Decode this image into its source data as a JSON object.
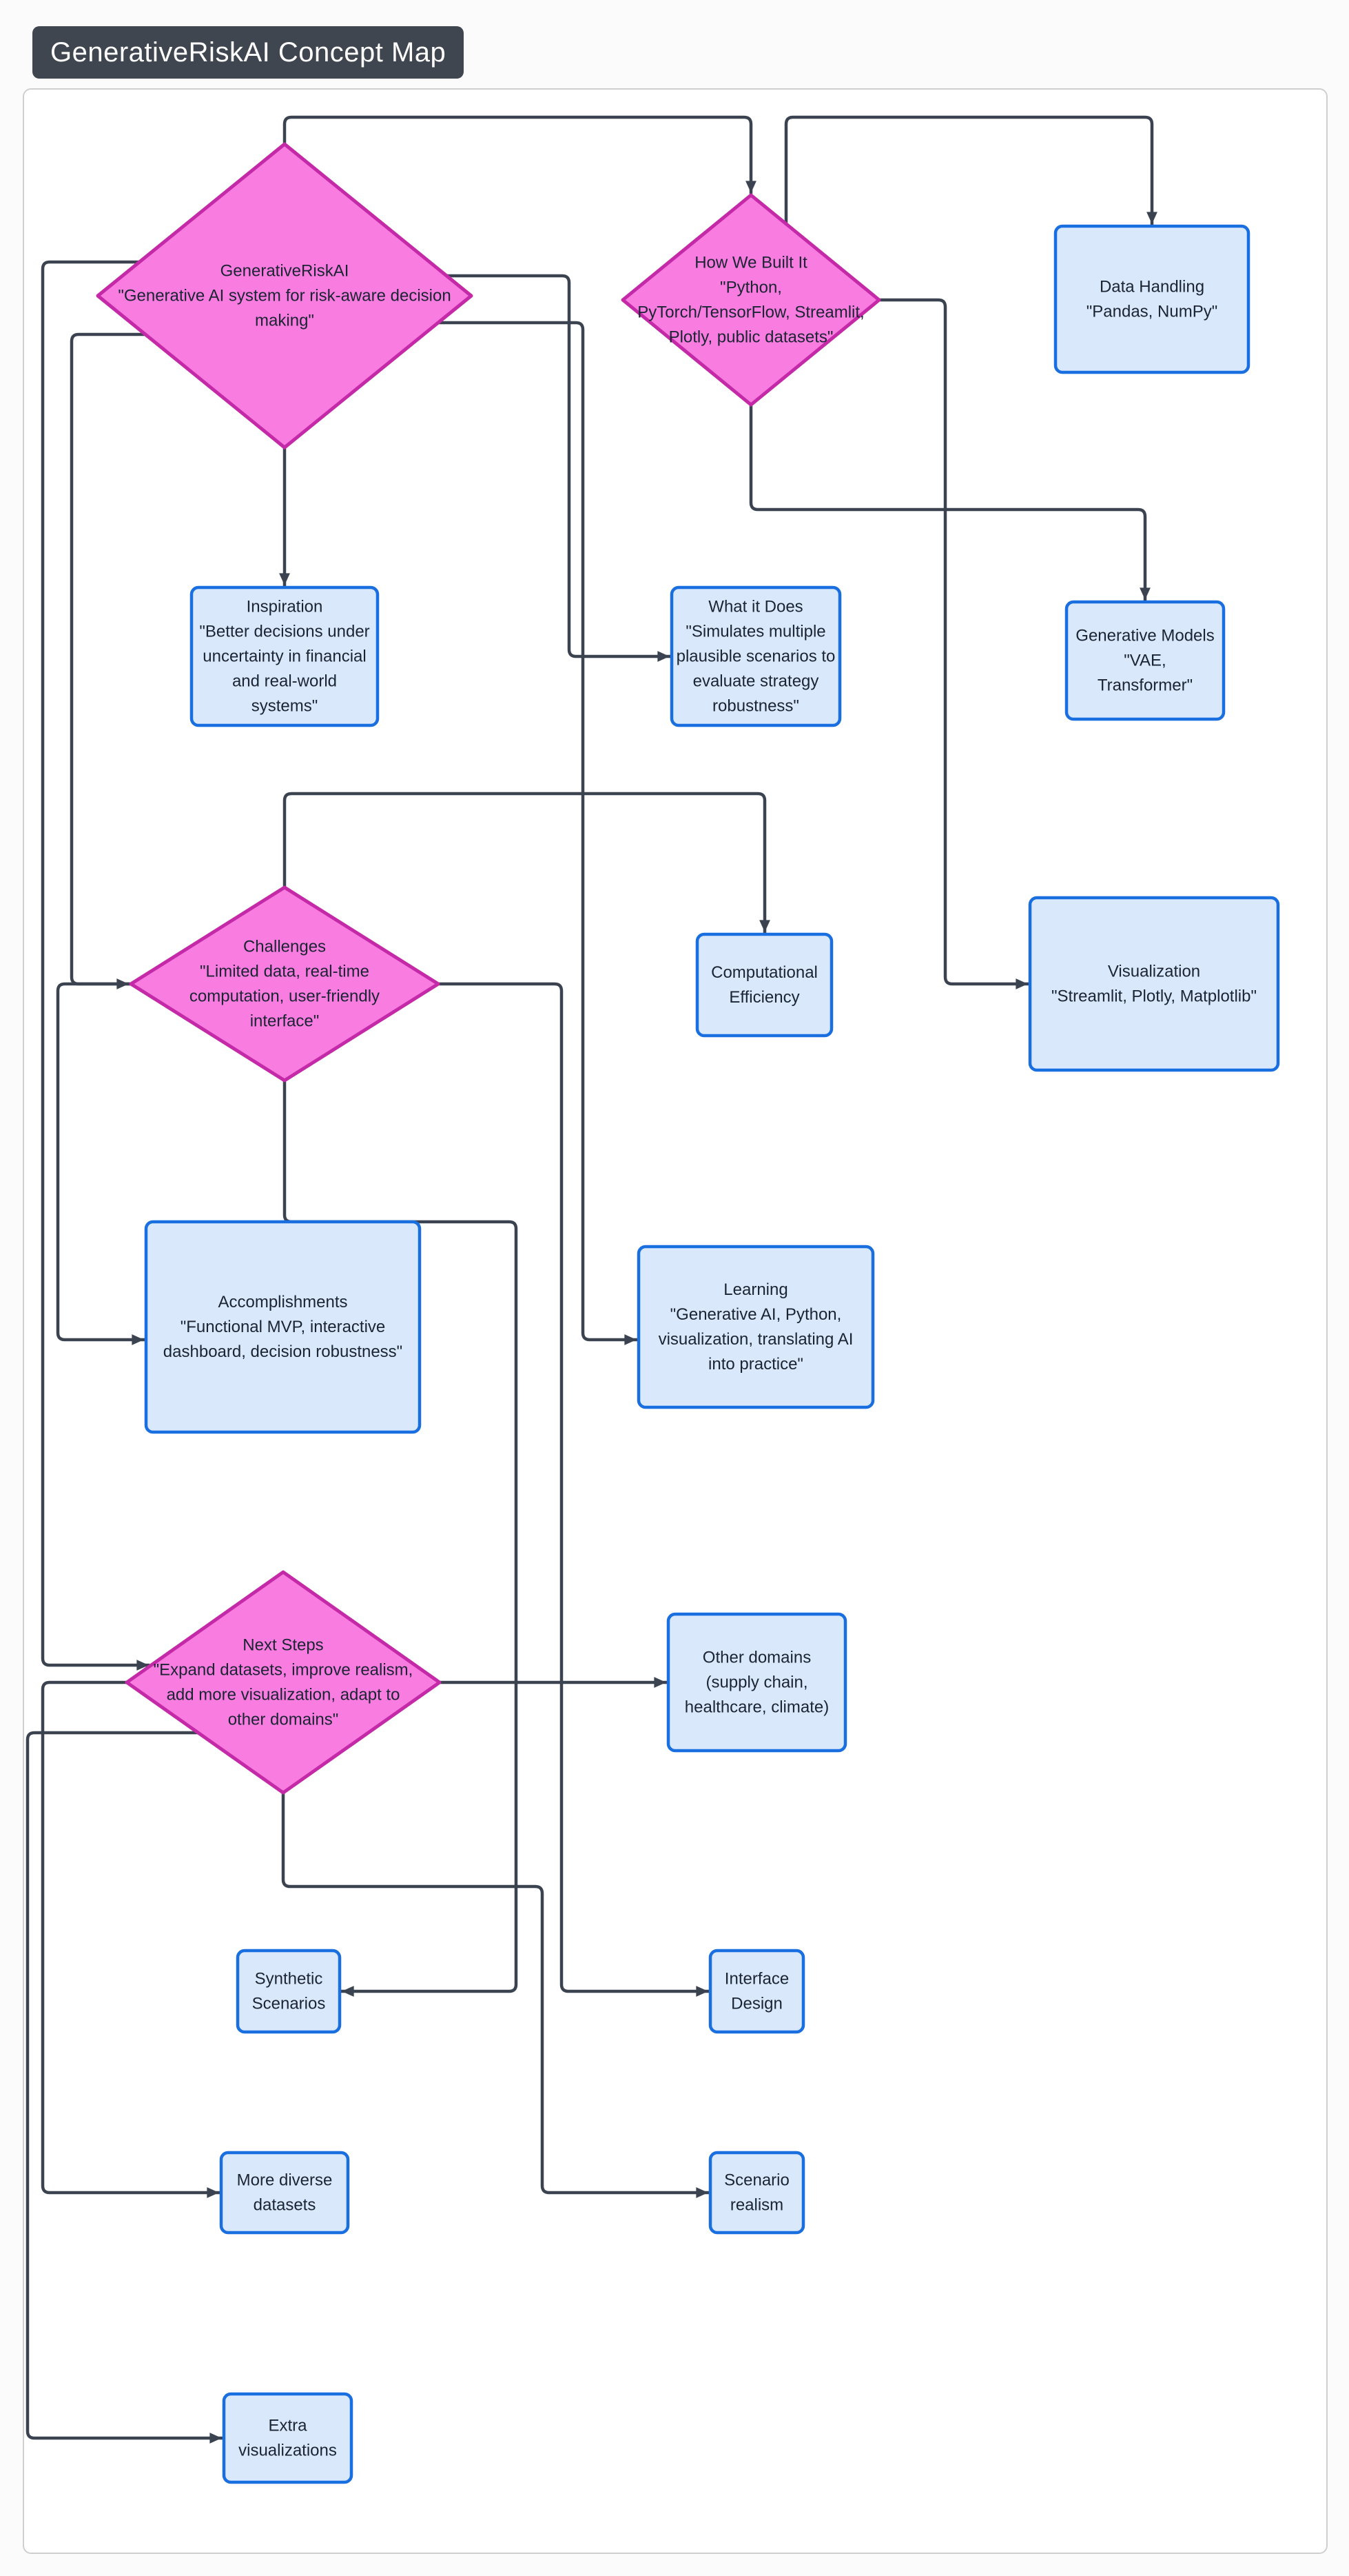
{
  "title": "GenerativeRiskAI Concept Map",
  "colors": {
    "edge": "#3b4351",
    "diamond_fill": "#f97ce0",
    "diamond_border": "#c42aa8",
    "box_fill": "#d9e8fb",
    "box_border": "#1a6fe0",
    "node_text": "#1a2433",
    "title_bg": "#40464f",
    "title_text": "#ffffff"
  },
  "diagram": {
    "nodes": [
      {
        "id": "generative_risk_ai",
        "shape": "diamond",
        "lines": [
          "GenerativeRiskAI",
          "\"Generative AI system for risk-aware decision",
          "making\""
        ]
      },
      {
        "id": "how_we_built_it",
        "shape": "diamond",
        "lines": [
          "How We Built It",
          "\"Python,",
          "PyTorch/TensorFlow, Streamlit,",
          "Plotly, public datasets\""
        ]
      },
      {
        "id": "data_handling",
        "shape": "rect",
        "lines": [
          "Data Handling",
          "\"Pandas, NumPy\""
        ]
      },
      {
        "id": "inspiration",
        "shape": "rect",
        "lines": [
          "Inspiration",
          "\"Better decisions under",
          "uncertainty in financial",
          "and real-world",
          "systems\""
        ]
      },
      {
        "id": "what_it_does",
        "shape": "rect",
        "lines": [
          "What it Does",
          "\"Simulates multiple",
          "plausible scenarios to",
          "evaluate strategy",
          "robustness\""
        ]
      },
      {
        "id": "generative_models",
        "shape": "rect",
        "lines": [
          "Generative Models",
          "\"VAE,",
          "Transformer\""
        ]
      },
      {
        "id": "challenges",
        "shape": "diamond",
        "lines": [
          "Challenges",
          "\"Limited data, real-time",
          "computation, user-friendly",
          "interface\""
        ]
      },
      {
        "id": "computational_efficiency",
        "shape": "rect",
        "lines": [
          "Computational",
          "Efficiency"
        ]
      },
      {
        "id": "visualization",
        "shape": "rect",
        "lines": [
          "Visualization",
          "\"Streamlit, Plotly, Matplotlib\""
        ]
      },
      {
        "id": "accomplishments",
        "shape": "rect",
        "lines": [
          "Accomplishments",
          "\"Functional MVP, interactive",
          "dashboard, decision robustness\""
        ]
      },
      {
        "id": "learning",
        "shape": "rect",
        "lines": [
          "Learning",
          "\"Generative AI, Python,",
          "visualization, translating AI",
          "into practice\""
        ]
      },
      {
        "id": "next_steps",
        "shape": "diamond",
        "lines": [
          "Next Steps",
          "\"Expand datasets, improve realism,",
          "add more visualization, adapt to",
          "other domains\""
        ]
      },
      {
        "id": "other_domains",
        "shape": "rect",
        "lines": [
          "Other domains",
          "(supply chain,",
          "healthcare, climate)"
        ]
      },
      {
        "id": "synthetic_scenarios",
        "shape": "rect",
        "lines": [
          "Synthetic",
          "Scenarios"
        ]
      },
      {
        "id": "interface_design",
        "shape": "rect",
        "lines": [
          "Interface",
          "Design"
        ]
      },
      {
        "id": "more_diverse_datasets",
        "shape": "rect",
        "lines": [
          "More diverse",
          "datasets"
        ]
      },
      {
        "id": "scenario_realism",
        "shape": "rect",
        "lines": [
          "Scenario",
          "realism"
        ]
      },
      {
        "id": "extra_visualizations",
        "shape": "rect",
        "lines": [
          "Extra",
          "visualizations"
        ]
      }
    ],
    "edges": [
      {
        "from": "generative_risk_ai",
        "to": "how_we_built_it"
      },
      {
        "from": "generative_risk_ai",
        "to": "inspiration"
      },
      {
        "from": "generative_risk_ai",
        "to": "what_it_does"
      },
      {
        "from": "generative_risk_ai",
        "to": "learning"
      },
      {
        "from": "generative_risk_ai",
        "to": "next_steps"
      },
      {
        "from": "generative_risk_ai",
        "to": "challenges"
      },
      {
        "from": "how_we_built_it",
        "to": "data_handling"
      },
      {
        "from": "how_we_built_it",
        "to": "generative_models"
      },
      {
        "from": "how_we_built_it",
        "to": "visualization"
      },
      {
        "from": "challenges",
        "to": "computational_efficiency"
      },
      {
        "from": "challenges",
        "to": "accomplishments"
      },
      {
        "from": "challenges",
        "to": "interface_design"
      },
      {
        "from": "challenges",
        "to": "synthetic_scenarios"
      },
      {
        "from": "next_steps",
        "to": "other_domains"
      },
      {
        "from": "next_steps",
        "to": "scenario_realism"
      },
      {
        "from": "next_steps",
        "to": "more_diverse_datasets"
      },
      {
        "from": "next_steps",
        "to": "extra_visualizations"
      }
    ]
  }
}
